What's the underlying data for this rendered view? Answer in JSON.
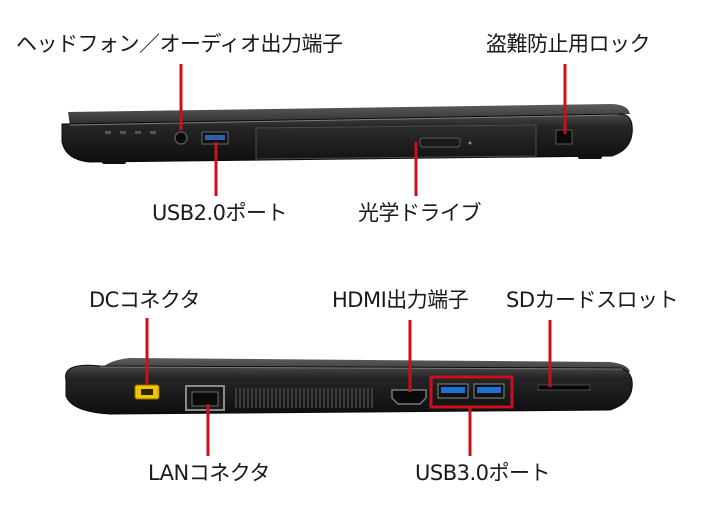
{
  "colors": {
    "callout_line": "#c8101e",
    "body_dark": "#1c1c1c",
    "body_top": "#3a3a3a",
    "usb3_blue": "#1f6fd6",
    "dc_yellow": "#f1c400"
  },
  "top_view": {
    "labels": {
      "headphone": "ヘッドフォン／オーディオ出力端子",
      "security_lock": "盗難防止用ロック",
      "usb2": "USB2.0ポート",
      "optical_drive": "光学ドライブ"
    }
  },
  "bottom_view": {
    "labels": {
      "dc": "DCコネクタ",
      "hdmi": "HDMI出力端子",
      "sd": "SDカードスロット",
      "lan": "LANコネクタ",
      "usb3": "USB3.0ポート"
    }
  }
}
